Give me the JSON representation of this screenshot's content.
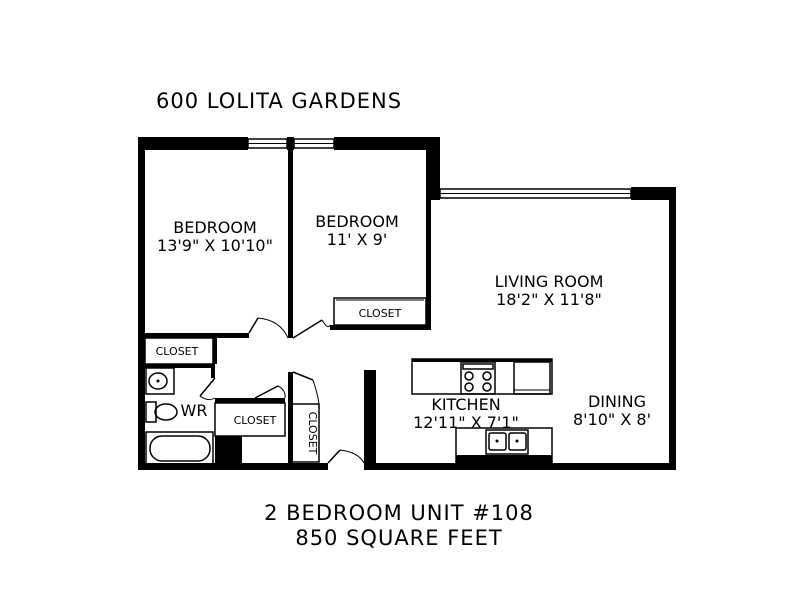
{
  "building": {
    "name": "600 LOLITA GARDENS"
  },
  "unit": {
    "line1": "2 BEDROOM UNIT #108",
    "line2": "850 SQUARE FEET"
  },
  "rooms": {
    "bedroom1": {
      "name": "BEDROOM",
      "size": "13'9\" X 10'10\""
    },
    "bedroom2": {
      "name": "BEDROOM",
      "size": "11' X 9'"
    },
    "living": {
      "name": "LIVING ROOM",
      "size": "18'2\" X 11'8\""
    },
    "kitchen": {
      "name": "KITCHEN",
      "size": "12'11\" X 7'1\""
    },
    "dining": {
      "name": "DINING",
      "size": "8'10\" X 8'"
    },
    "wr": {
      "name": "WR"
    }
  },
  "closets": {
    "bedroom2_closet": "CLOSET",
    "bedroom1_closet": "CLOSET",
    "hall_closet": "CLOSET",
    "linen_closet": "CLOSET"
  }
}
